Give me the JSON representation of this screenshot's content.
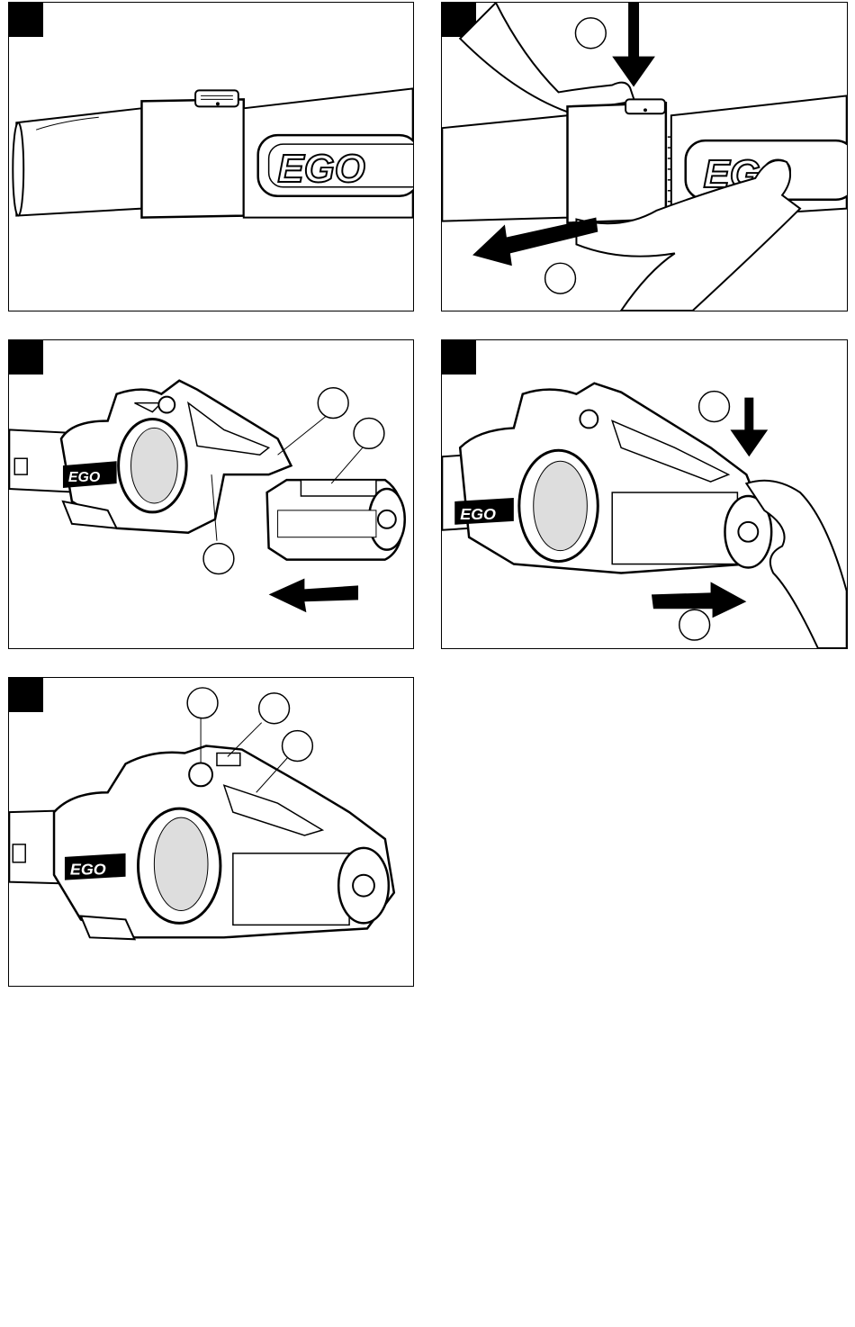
{
  "figures": [
    {
      "id": "fig-1",
      "logo": "EGO"
    },
    {
      "id": "fig-2",
      "logo": "EGO"
    },
    {
      "id": "fig-3",
      "logo": "EGO"
    },
    {
      "id": "fig-4",
      "logo": "EGO"
    },
    {
      "id": "fig-5",
      "logo": "EGO"
    }
  ],
  "icons": {
    "arrow": "arrow-icon",
    "callout": "callout-circle-icon",
    "hand": "hand-icon"
  },
  "colors": {
    "ink": "#000000",
    "paper": "#ffffff",
    "grey": "#d8d8d8"
  }
}
